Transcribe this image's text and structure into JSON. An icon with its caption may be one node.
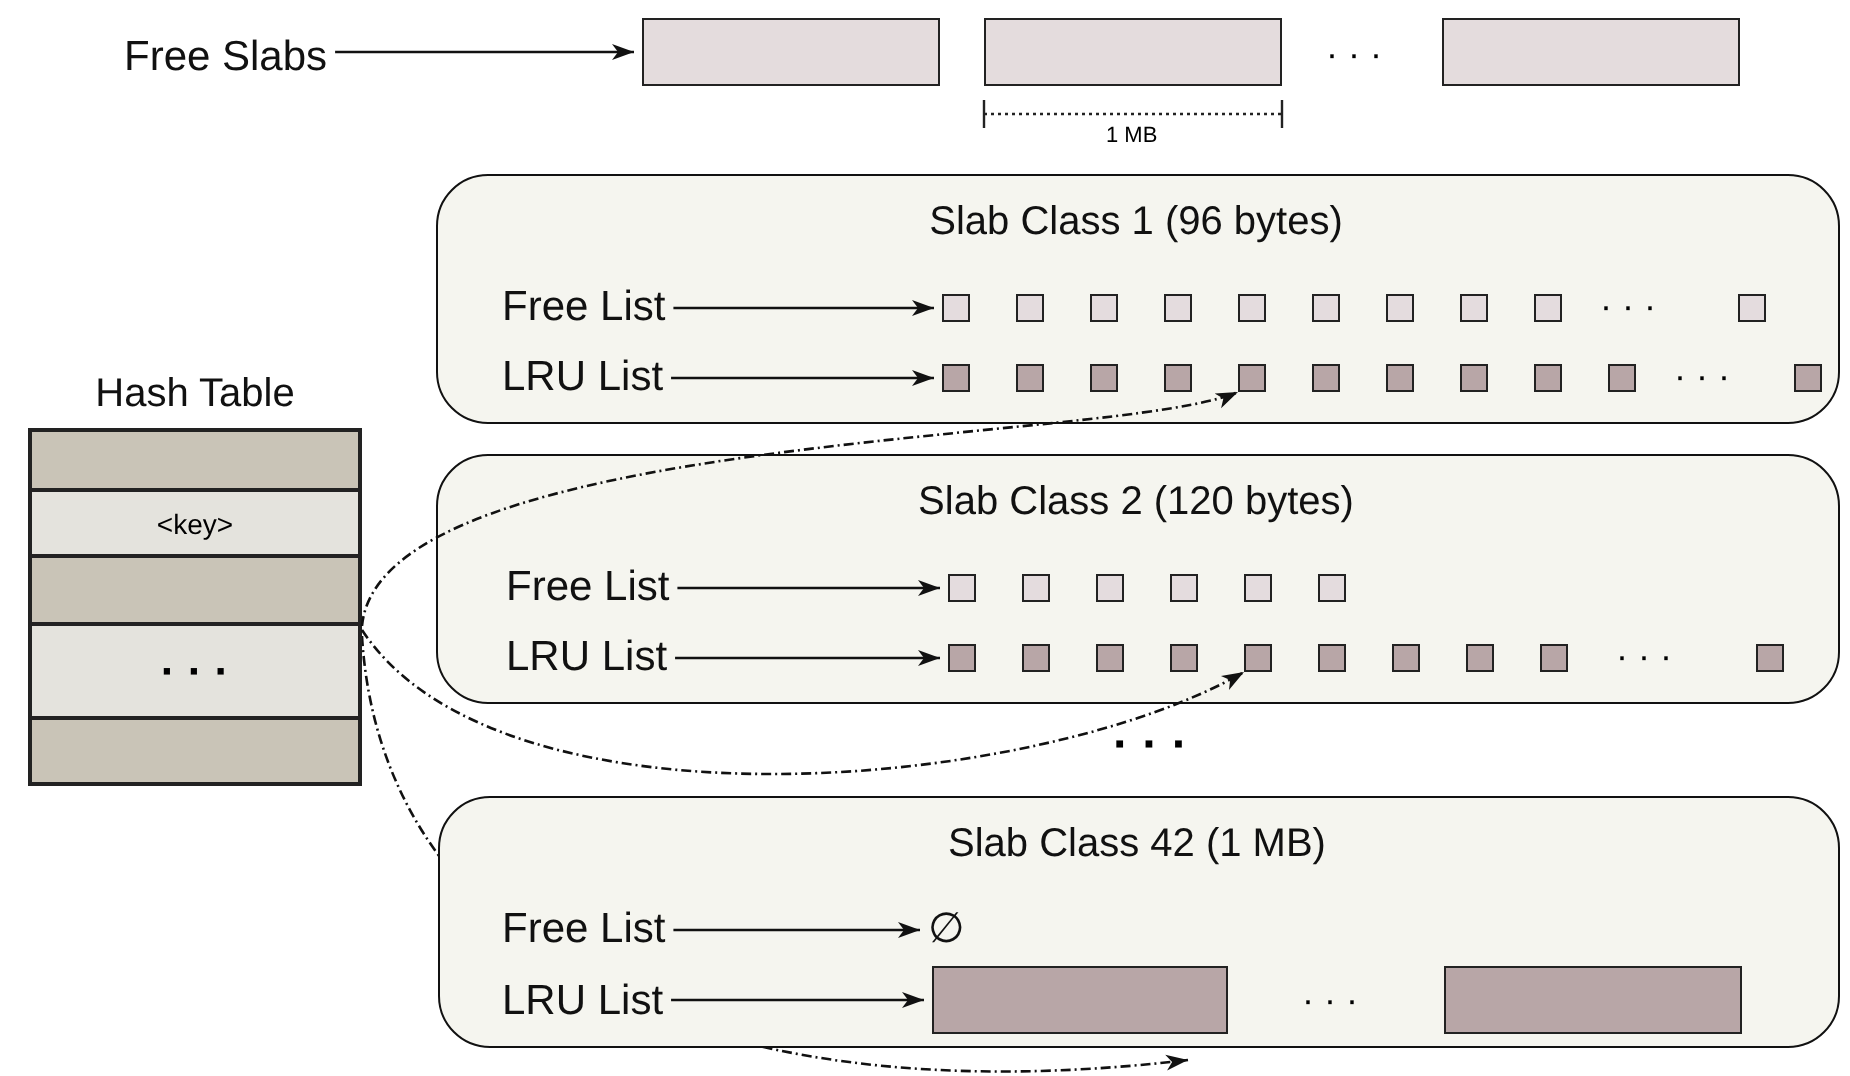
{
  "diagram": {
    "nodes": [
      {
        "text": [
          "Free Slabs"
        ]
      },
      {
        "text": [],
        "shape": "box"
      },
      {
        "text": [],
        "shape": "box"
      },
      {
        "text": [],
        "shape": "box"
      },
      {
        "text": [
          "Hash Table"
        ]
      },
      {
        "text": [],
        "shape": "box",
        "in": 4
      },
      {
        "text": [
          "<key>"
        ],
        "in": 4
      },
      {
        "text": [],
        "shape": "box",
        "in": 4
      },
      {
        "text": [
          "· · ·"
        ],
        "in": 4
      },
      {
        "text": [],
        "shape": "box",
        "in": 4
      },
      {
        "text": [
          "Slab Class 1 (96 bytes)"
        ]
      },
      {
        "text": [
          "Free List"
        ],
        "in": 10
      },
      {
        "text": [],
        "shape": "box",
        "in": 10
      },
      {
        "text": [],
        "shape": "box",
        "in": 10
      },
      {
        "text": [],
        "shape": "box",
        "in": 10
      },
      {
        "text": [],
        "shape": "box",
        "in": 10
      },
      {
        "text": [],
        "shape": "box",
        "in": 10
      },
      {
        "text": [],
        "shape": "box",
        "in": 10
      },
      {
        "text": [],
        "shape": "box",
        "in": 10
      },
      {
        "text": [],
        "shape": "box",
        "in": 10
      },
      {
        "text": [],
        "shape": "box",
        "in": 10
      },
      {
        "text": [],
        "shape": "box",
        "in": 10
      },
      {
        "text": [
          "LRU List"
        ],
        "in": 10
      },
      {
        "text": [],
        "shape": "box",
        "in": 10
      },
      {
        "text": [],
        "shape": "box",
        "in": 10
      },
      {
        "text": [],
        "shape": "box",
        "in": 10
      },
      {
        "text": [],
        "shape": "box",
        "in": 10
      },
      {
        "text": [],
        "shape": "box",
        "in": 10
      },
      {
        "text": [],
        "shape": "box",
        "in": 10
      },
      {
        "text": [],
        "shape": "box",
        "in": 10
      },
      {
        "text": [],
        "shape": "box",
        "in": 10
      },
      {
        "text": [],
        "shape": "box",
        "in": 10
      },
      {
        "text": [],
        "shape": "box",
        "in": 10
      },
      {
        "text": [],
        "shape": "box",
        "in": 10
      },
      {
        "text": [
          "Slab Class 2 (120 bytes)"
        ]
      },
      {
        "text": [
          "Free List"
        ],
        "in": 34
      },
      {
        "text": [],
        "shape": "box",
        "in": 34
      },
      {
        "text": [],
        "shape": "box",
        "in": 34
      },
      {
        "text": [],
        "shape": "box",
        "in": 34
      },
      {
        "text": [],
        "shape": "box",
        "in": 34
      },
      {
        "text": [],
        "shape": "box",
        "in": 34
      },
      {
        "text": [],
        "shape": "box",
        "in": 34
      },
      {
        "text": [
          "LRU List"
        ],
        "in": 34
      },
      {
        "text": [],
        "shape": "box",
        "in": 34
      },
      {
        "text": [],
        "shape": "box",
        "in": 34
      },
      {
        "text": [],
        "shape": "box",
        "in": 34
      },
      {
        "text": [],
        "shape": "box",
        "in": 34
      },
      {
        "text": [],
        "shape": "box",
        "in": 34
      },
      {
        "text": [],
        "shape": "box",
        "in": 34
      },
      {
        "text": [],
        "shape": "box",
        "in": 34
      },
      {
        "text": [],
        "shape": "box",
        "in": 34
      },
      {
        "text": [],
        "shape": "box",
        "in": 34
      },
      {
        "text": [],
        "shape": "box",
        "in": 34
      },
      {
        "text": [
          "Slab Class 42 (1 MB)"
        ]
      },
      {
        "text": [
          "Free List"
        ],
        "in": 53
      },
      {
        "text": [
          "∅"
        ],
        "in": 53
      },
      {
        "text": [
          "LRU List"
        ],
        "in": 53
      },
      {
        "text": [],
        "shape": "box",
        "in": 53
      },
      {
        "text": [],
        "shape": "box",
        "in": 53
      }
    ],
    "edges": [
      {
        "from": 0,
        "to": 1,
        "arrow": "to"
      },
      {
        "from": 11,
        "to": 12,
        "arrow": "to"
      },
      {
        "from": 22,
        "to": 23,
        "arrow": "to"
      },
      {
        "from": 35,
        "to": 36,
        "arrow": "to"
      },
      {
        "from": 42,
        "to": 43,
        "arrow": "to"
      },
      {
        "from": 54,
        "to": 55,
        "arrow": "to"
      },
      {
        "from": 56,
        "to": 57,
        "arrow": "to"
      },
      {
        "from": 4,
        "to": 27,
        "arrow": "to",
        "style": "dashed"
      },
      {
        "from": 4,
        "to": 47,
        "arrow": "to",
        "style": "dashed"
      },
      {
        "from": 4,
        "to": 57,
        "arrow": "to",
        "style": "dashed"
      }
    ],
    "labels": [
      "· · ·",
      "1 MB",
      "· · ·",
      "· · ·",
      "· · ·",
      "· · ·",
      "· · ·"
    ]
  }
}
